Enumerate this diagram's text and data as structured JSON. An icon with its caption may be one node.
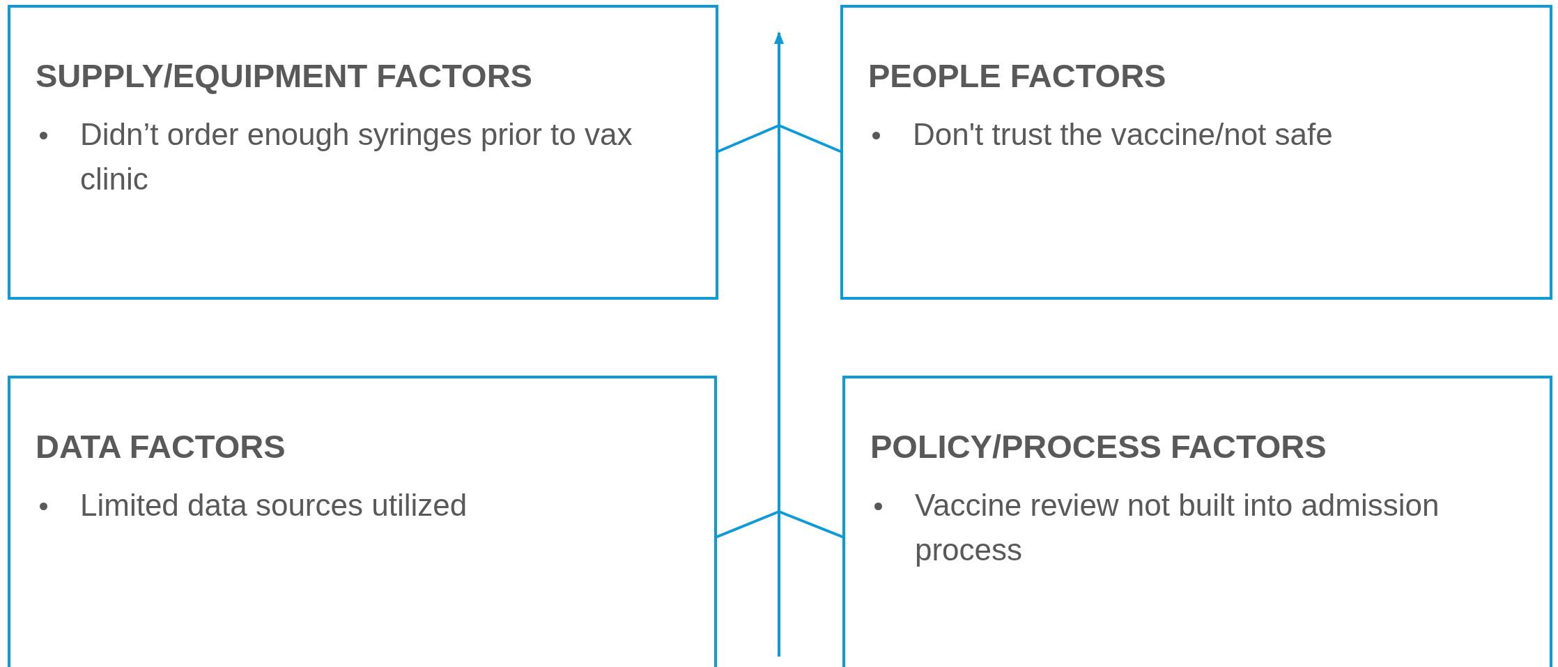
{
  "diagram": {
    "nodes": [
      {
        "text": [
          "SUPPLY/EQUIPMENT FACTORS",
          "Didn’t order enough syringes prior to vax clinic"
        ]
      },
      {
        "text": [
          "PEOPLE FACTORS",
          "Don't trust the vaccine/not safe"
        ]
      },
      {
        "text": [
          "DATA FACTORS",
          "Limited data sources utilized"
        ]
      },
      {
        "text": [
          "POLICY/PROCESS FACTORS",
          "Vaccine review not built into admission process"
        ]
      },
      {
        "text": [],
        "shape": "bar"
      }
    ],
    "edges": [
      {
        "from": 0,
        "to": 4,
        "arrow": "none"
      },
      {
        "from": 1,
        "to": 4,
        "arrow": "none"
      },
      {
        "from": 2,
        "to": 4,
        "arrow": "none"
      },
      {
        "from": 3,
        "to": 4,
        "arrow": "none"
      }
    ]
  }
}
